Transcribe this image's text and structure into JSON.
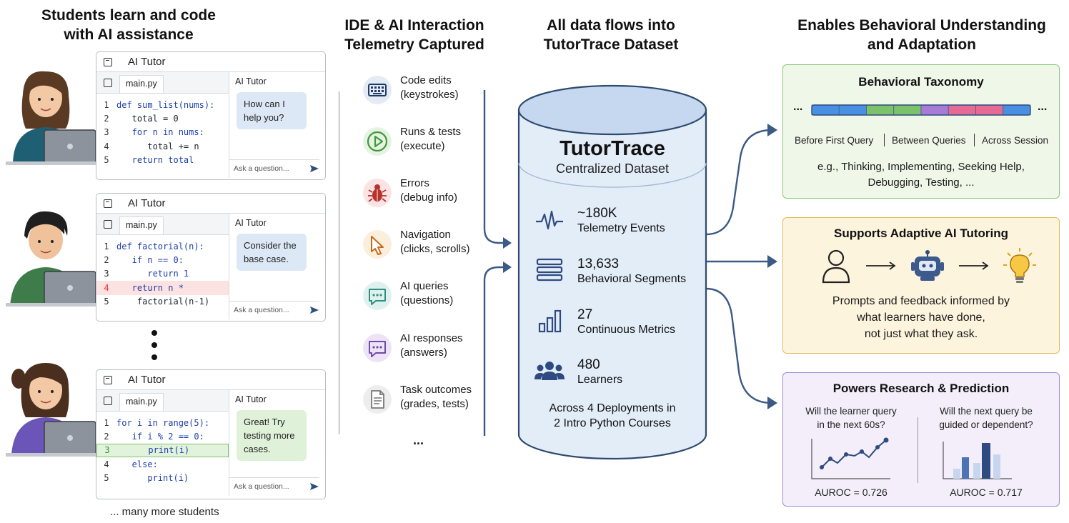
{
  "headers": {
    "col1": "Students learn and code with AI assistance",
    "col2": "IDE & AI Interaction Telemetry Captured",
    "col3": "All data flows into TutorTrace Dataset",
    "col4": "Enables Behavioral Understanding and Adaptation"
  },
  "ides": [
    {
      "title": "AI Tutor",
      "tab": "main.py",
      "chat_title": "AI Tutor",
      "bubble": "How can I help you?",
      "placeholder": "Ask a question...",
      "code": [
        {
          "n": "1",
          "t": "def sum_list(nums):"
        },
        {
          "n": "2",
          "t": "   total = 0"
        },
        {
          "n": "3",
          "t": "   for n in nums:"
        },
        {
          "n": "4",
          "t": "      total += n"
        },
        {
          "n": "5",
          "t": "   return total"
        }
      ]
    },
    {
      "title": "AI Tutor",
      "tab": "main.py",
      "chat_title": "AI Tutor",
      "bubble": "Consider the base case.",
      "placeholder": "Ask a question...",
      "code": [
        {
          "n": "1",
          "t": "def factorial(n):"
        },
        {
          "n": "2",
          "t": "   if n == 0:"
        },
        {
          "n": "3",
          "t": "      return 1"
        },
        {
          "n": "4",
          "t": "   return n *"
        },
        {
          "n": "5",
          "t": "    factorial(n-1)"
        }
      ]
    },
    {
      "title": "AI Tutor",
      "tab": "main.py",
      "chat_title": "AI Tutor",
      "bubble": "Great! Try testing more cases.",
      "placeholder": "Ask a question...",
      "code": [
        {
          "n": "1",
          "t": "for i in range(5):"
        },
        {
          "n": "2",
          "t": "   if i % 2 == 0:"
        },
        {
          "n": "3",
          "t": "      print(i)"
        },
        {
          "n": "4",
          "t": "   else:"
        },
        {
          "n": "5",
          "t": "      print(i)"
        }
      ]
    }
  ],
  "many_students": "... many more students",
  "telemetry": [
    {
      "label": "Code edits",
      "sub": "(keystrokes)",
      "icon": "keyboard-icon"
    },
    {
      "label": "Runs & tests",
      "sub": "(execute)",
      "icon": "play-icon"
    },
    {
      "label": "Errors",
      "sub": "(debug info)",
      "icon": "bug-icon"
    },
    {
      "label": "Navigation",
      "sub": "(clicks, scrolls)",
      "icon": "cursor-icon"
    },
    {
      "label": "AI queries",
      "sub": "(questions)",
      "icon": "chat-query-icon"
    },
    {
      "label": "AI responses",
      "sub": "(answers)",
      "icon": "chat-response-icon"
    },
    {
      "label": "Task outcomes",
      "sub": "(grades, tests)",
      "icon": "document-icon"
    }
  ],
  "telemetry_more": "...",
  "dataset": {
    "name": "TutorTrace",
    "subtitle": "Centralized Dataset",
    "stats": [
      {
        "value": "~180K",
        "label": "Telemetry Events",
        "icon": "waveform-icon"
      },
      {
        "value": "13,633",
        "label": "Behavioral Segments",
        "icon": "stack-icon"
      },
      {
        "value": "27",
        "label": "Continuous Metrics",
        "icon": "bar-chart-icon"
      },
      {
        "value": "480",
        "label": "Learners",
        "icon": "people-icon"
      }
    ],
    "footer_line1": "Across 4 Deployments in",
    "footer_line2": "2 Intro Python Courses"
  },
  "taxonomy": {
    "title": "Behavioral Taxonomy",
    "labels": [
      "Before First Query",
      "Between Queries",
      "Across Session"
    ],
    "example_line1": "e.g., Thinking, Implementing, Seeking Help,",
    "example_line2": "Debugging, Testing, ...",
    "segments": [
      "#4a90e2",
      "#4a90e2",
      "#7cc26a",
      "#7cc26a",
      "#a77bd6",
      "#e56b95",
      "#e56b95",
      "#4a90e2"
    ],
    "ellipsis": "..."
  },
  "adaptive": {
    "title": "Supports Adaptive AI Tutoring",
    "line1": "Prompts and feedback informed by",
    "line2": "what learners have done,",
    "line3": "not just what they ask."
  },
  "research": {
    "title": "Powers Research & Prediction",
    "q1_line1": "Will the learner query",
    "q1_line2": "in the next 60s?",
    "q2_line1": "Will the next query be",
    "q2_line2": "guided or dependent?",
    "auroc1": "AUROC = 0.726",
    "auroc2": "AUROC = 0.717"
  },
  "colors": {
    "arrow": "#3b5a85",
    "cylinder_fill": "#e3edf8",
    "taxonomy_bg": "#eef7e8",
    "taxonomy_border": "#8cc77a",
    "adaptive_bg": "#fdf4de",
    "adaptive_border": "#e3b95a",
    "research_bg": "#f3eefa",
    "research_border": "#a48ad0"
  }
}
